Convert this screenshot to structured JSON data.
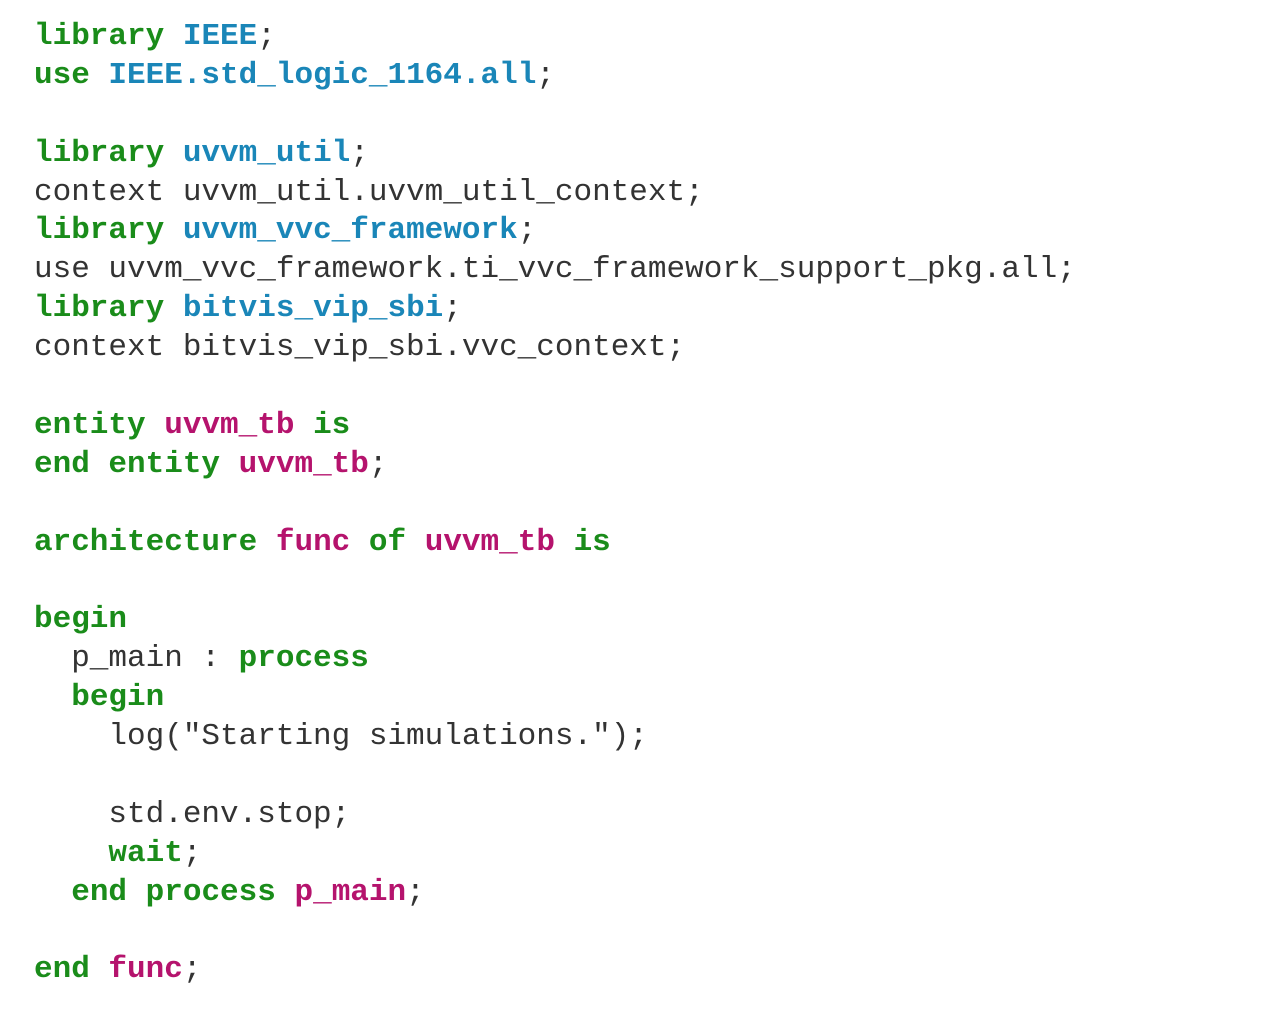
{
  "colors": {
    "keyword": "#1a8c1a",
    "library_name": "#1a86b8",
    "entity_name": "#b5136d",
    "plain": "#333333",
    "background": "#ffffff"
  },
  "code": {
    "language": "VHDL",
    "lines": [
      [
        {
          "t": "library",
          "c": "kw"
        },
        {
          "t": " ",
          "c": "plain"
        },
        {
          "t": "IEEE",
          "c": "lib"
        },
        {
          "t": ";",
          "c": "punct"
        }
      ],
      [
        {
          "t": "use",
          "c": "kw"
        },
        {
          "t": " ",
          "c": "plain"
        },
        {
          "t": "IEEE.std_logic_1164.all",
          "c": "lib"
        },
        {
          "t": ";",
          "c": "punct"
        }
      ],
      [],
      [
        {
          "t": "library",
          "c": "kw"
        },
        {
          "t": " ",
          "c": "plain"
        },
        {
          "t": "uvvm_util",
          "c": "lib"
        },
        {
          "t": ";",
          "c": "punct"
        }
      ],
      [
        {
          "t": "context uvvm_util.uvvm_util_context;",
          "c": "plain"
        }
      ],
      [
        {
          "t": "library",
          "c": "kw"
        },
        {
          "t": " ",
          "c": "plain"
        },
        {
          "t": "uvvm_vvc_framework",
          "c": "lib"
        },
        {
          "t": ";",
          "c": "punct"
        }
      ],
      [
        {
          "t": "use uvvm_vvc_framework.ti_vvc_framework_support_pkg.all;",
          "c": "plain"
        }
      ],
      [
        {
          "t": "library",
          "c": "kw"
        },
        {
          "t": " ",
          "c": "plain"
        },
        {
          "t": "bitvis_vip_sbi",
          "c": "lib"
        },
        {
          "t": ";",
          "c": "punct"
        }
      ],
      [
        {
          "t": "context bitvis_vip_sbi.vvc_context;",
          "c": "plain"
        }
      ],
      [],
      [
        {
          "t": "entity",
          "c": "kw"
        },
        {
          "t": " ",
          "c": "plain"
        },
        {
          "t": "uvvm_tb",
          "c": "ent"
        },
        {
          "t": " ",
          "c": "plain"
        },
        {
          "t": "is",
          "c": "kw"
        }
      ],
      [
        {
          "t": "end",
          "c": "kw"
        },
        {
          "t": " ",
          "c": "plain"
        },
        {
          "t": "entity",
          "c": "kw"
        },
        {
          "t": " ",
          "c": "plain"
        },
        {
          "t": "uvvm_tb",
          "c": "ent"
        },
        {
          "t": ";",
          "c": "punct"
        }
      ],
      [],
      [
        {
          "t": "architecture",
          "c": "kw"
        },
        {
          "t": " ",
          "c": "plain"
        },
        {
          "t": "func",
          "c": "ent"
        },
        {
          "t": " ",
          "c": "plain"
        },
        {
          "t": "of",
          "c": "kw"
        },
        {
          "t": " ",
          "c": "plain"
        },
        {
          "t": "uvvm_tb",
          "c": "ent"
        },
        {
          "t": " ",
          "c": "plain"
        },
        {
          "t": "is",
          "c": "kw"
        }
      ],
      [],
      [
        {
          "t": "begin",
          "c": "kw"
        }
      ],
      [
        {
          "t": "  p_main : ",
          "c": "plain"
        },
        {
          "t": "process",
          "c": "kw"
        }
      ],
      [
        {
          "t": "  ",
          "c": "plain"
        },
        {
          "t": "begin",
          "c": "kw"
        }
      ],
      [
        {
          "t": "    log(\"Starting simulations.\");",
          "c": "plain"
        }
      ],
      [],
      [
        {
          "t": "    std.env.stop;",
          "c": "plain"
        }
      ],
      [
        {
          "t": "    ",
          "c": "plain"
        },
        {
          "t": "wait",
          "c": "kw"
        },
        {
          "t": ";",
          "c": "punct"
        }
      ],
      [
        {
          "t": "  ",
          "c": "plain"
        },
        {
          "t": "end",
          "c": "kw"
        },
        {
          "t": " ",
          "c": "plain"
        },
        {
          "t": "process",
          "c": "kw"
        },
        {
          "t": " ",
          "c": "plain"
        },
        {
          "t": "p_main",
          "c": "ent"
        },
        {
          "t": ";",
          "c": "punct"
        }
      ],
      [],
      [
        {
          "t": "end",
          "c": "kw"
        },
        {
          "t": " ",
          "c": "plain"
        },
        {
          "t": "func",
          "c": "ent"
        },
        {
          "t": ";",
          "c": "punct"
        }
      ]
    ]
  }
}
